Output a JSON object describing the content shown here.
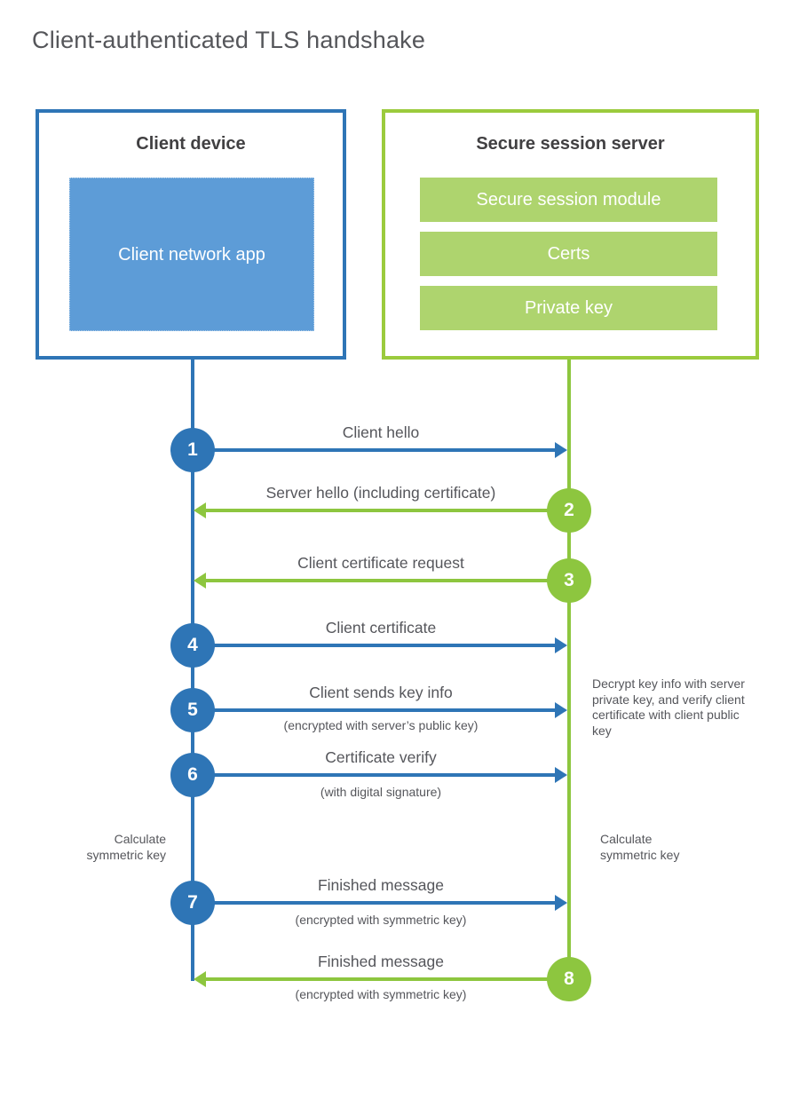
{
  "title": "Client-authenticated TLS handshake",
  "colors": {
    "blue": "#2e75b6",
    "blue_fill": "#5d9cd7",
    "green": "#8dc63f",
    "green_box_border": "#9bcb3d",
    "green_fill": "#aed46e",
    "text": "#55565b",
    "heading": "#414042"
  },
  "client": {
    "title": "Client device",
    "app_label": "Client network app"
  },
  "server": {
    "title": "Secure session server",
    "modules": [
      "Secure session module",
      "Certs",
      "Private key"
    ]
  },
  "messages": [
    {
      "num": "1",
      "label": "Client hello",
      "sub": "",
      "direction": "right",
      "color": "blue"
    },
    {
      "num": "2",
      "label": "Server hello (including certificate)",
      "sub": "",
      "direction": "left",
      "color": "green"
    },
    {
      "num": "3",
      "label": "Client certificate request",
      "sub": "",
      "direction": "left",
      "color": "green"
    },
    {
      "num": "4",
      "label": "Client certificate",
      "sub": "",
      "direction": "right",
      "color": "blue"
    },
    {
      "num": "5",
      "label": "Client sends key info",
      "sub": "(encrypted with server’s public key)",
      "direction": "right",
      "color": "blue"
    },
    {
      "num": "6",
      "label": "Certificate verify",
      "sub": "(with digital signature)",
      "direction": "right",
      "color": "blue"
    },
    {
      "num": "7",
      "label": "Finished message",
      "sub": "(encrypted with symmetric key)",
      "direction": "right",
      "color": "blue"
    },
    {
      "num": "8",
      "label": "Finished message",
      "sub": "(encrypted with symmetric key)",
      "direction": "left",
      "color": "green"
    }
  ],
  "notes": {
    "decrypt": "Decrypt key info with server private key, and verify client certificate with client public key",
    "calc_left": "Calculate symmetric key",
    "calc_right": "Calculate symmetric key"
  }
}
